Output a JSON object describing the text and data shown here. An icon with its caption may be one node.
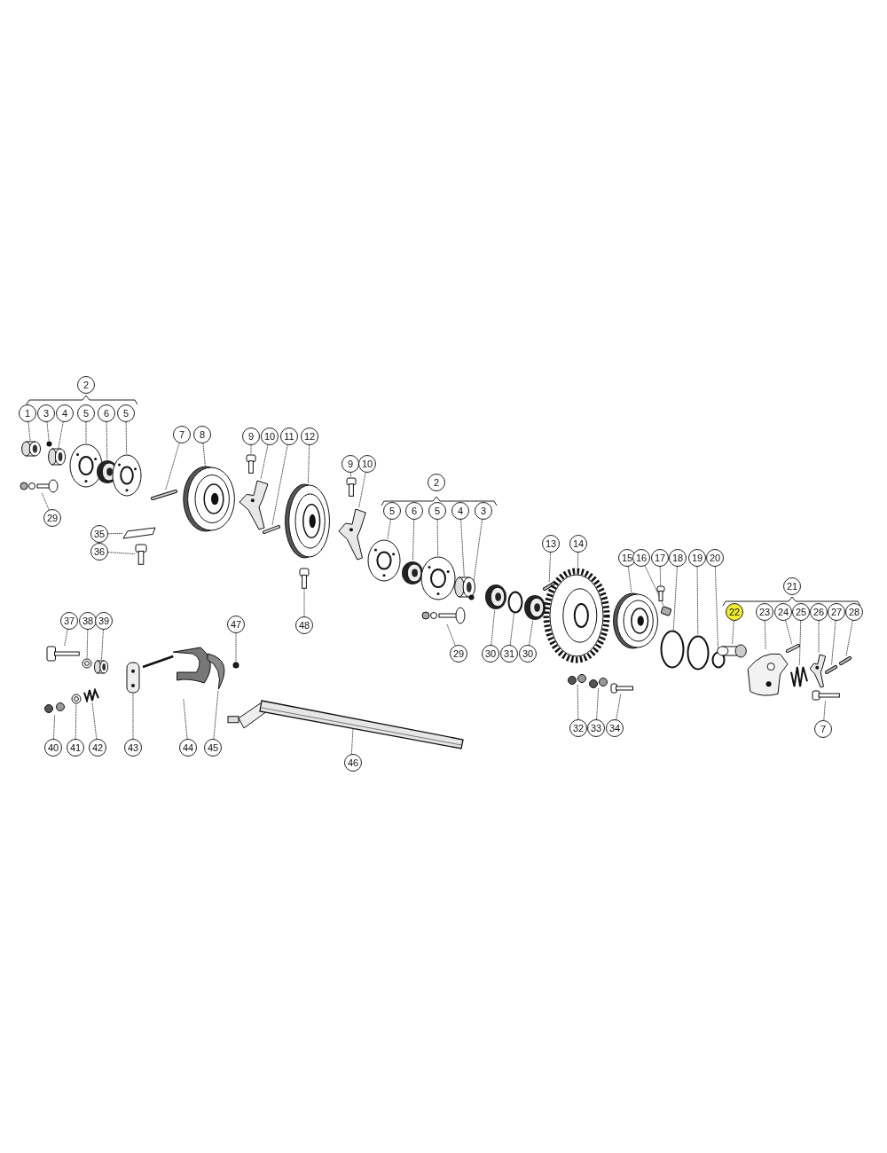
{
  "diagram": {
    "nodes": [
      {
        "text": [
          "2"
        ]
      },
      {
        "text": [
          "1"
        ]
      },
      {
        "text": [],
        "shape": "picture"
      },
      {
        "text": [
          "3"
        ]
      },
      {
        "text": [],
        "shape": "circle"
      },
      {
        "text": [
          "4"
        ]
      },
      {
        "text": [],
        "shape": "picture"
      },
      {
        "text": [
          "5"
        ]
      },
      {
        "text": [],
        "shape": "picture"
      },
      {
        "text": [
          "6"
        ]
      },
      {
        "text": [],
        "shape": "picture"
      },
      {
        "text": [
          "5"
        ]
      },
      {
        "text": [],
        "shape": "picture"
      },
      {
        "text": [
          "29"
        ]
      },
      {
        "text": [],
        "shape": "picture"
      },
      {
        "text": [
          "7"
        ]
      },
      {
        "text": [],
        "shape": "picture"
      },
      {
        "text": [
          "8"
        ]
      },
      {
        "text": [],
        "shape": "picture"
      },
      {
        "text": [
          "9"
        ]
      },
      {
        "text": [],
        "shape": "picture"
      },
      {
        "text": [
          "10"
        ]
      },
      {
        "text": [],
        "shape": "picture"
      },
      {
        "text": [
          "11"
        ]
      },
      {
        "text": [],
        "shape": "picture"
      },
      {
        "text": [
          "12"
        ]
      },
      {
        "text": [],
        "shape": "picture"
      },
      {
        "text": [
          "35"
        ]
      },
      {
        "text": [],
        "shape": "picture"
      },
      {
        "text": [
          "36"
        ]
      },
      {
        "text": [],
        "shape": "picture"
      },
      {
        "text": [
          "48"
        ]
      },
      {
        "text": [],
        "shape": "picture"
      },
      {
        "text": [
          "9"
        ]
      },
      {
        "text": [],
        "shape": "picture"
      },
      {
        "text": [
          "10"
        ]
      },
      {
        "text": [],
        "shape": "picture"
      },
      {
        "text": [
          "2"
        ]
      },
      {
        "text": [
          "5"
        ]
      },
      {
        "text": [],
        "shape": "picture"
      },
      {
        "text": [
          "6"
        ]
      },
      {
        "text": [],
        "shape": "picture"
      },
      {
        "text": [
          "5"
        ]
      },
      {
        "text": [],
        "shape": "picture"
      },
      {
        "text": [
          "4"
        ]
      },
      {
        "text": [],
        "shape": "picture"
      },
      {
        "text": [
          "3"
        ]
      },
      {
        "text": [],
        "shape": "circle"
      },
      {
        "text": [
          "29"
        ]
      },
      {
        "text": [],
        "shape": "picture"
      },
      {
        "text": [
          "30"
        ]
      },
      {
        "text": [],
        "shape": "picture"
      },
      {
        "text": [
          "31"
        ]
      },
      {
        "text": [],
        "shape": "circle"
      },
      {
        "text": [
          "30"
        ]
      },
      {
        "text": [],
        "shape": "picture"
      },
      {
        "text": [
          "13"
        ]
      },
      {
        "text": [],
        "shape": "picture"
      },
      {
        "text": [
          "14"
        ]
      },
      {
        "text": [],
        "shape": "picture"
      },
      {
        "text": [
          "15"
        ]
      },
      {
        "text": [],
        "shape": "picture"
      },
      {
        "text": [
          "16"
        ]
      },
      {
        "text": [],
        "shape": "box"
      },
      {
        "text": [
          "17"
        ]
      },
      {
        "text": [],
        "shape": "picture"
      },
      {
        "text": [
          "18"
        ]
      },
      {
        "text": [],
        "shape": "circle"
      },
      {
        "text": [
          "19"
        ]
      },
      {
        "text": [],
        "shape": "circle"
      },
      {
        "text": [
          "20"
        ]
      },
      {
        "text": [],
        "shape": "circle"
      },
      {
        "text": [
          "21"
        ]
      },
      {
        "text": [
          "22"
        ]
      },
      {
        "text": [],
        "shape": "picture"
      },
      {
        "text": [
          "23"
        ]
      },
      {
        "text": [],
        "shape": "picture"
      },
      {
        "text": [
          "24"
        ]
      },
      {
        "text": [],
        "shape": "picture"
      },
      {
        "text": [
          "25"
        ]
      },
      {
        "text": [],
        "shape": "picture"
      },
      {
        "text": [
          "26"
        ]
      },
      {
        "text": [],
        "shape": "picture"
      },
      {
        "text": [
          "27"
        ]
      },
      {
        "text": [],
        "shape": "picture"
      },
      {
        "text": [
          "28"
        ]
      },
      {
        "text": [],
        "shape": "picture"
      },
      {
        "text": [
          "7"
        ]
      },
      {
        "text": [],
        "shape": "picture"
      },
      {
        "text": [
          "32"
        ]
      },
      {
        "text": [],
        "shape": "picture"
      },
      {
        "text": [
          "33"
        ]
      },
      {
        "text": [],
        "shape": "picture"
      },
      {
        "text": [
          "34"
        ]
      },
      {
        "text": [],
        "shape": "picture"
      },
      {
        "text": [
          "37"
        ]
      },
      {
        "text": [],
        "shape": "picture"
      },
      {
        "text": [
          "38"
        ]
      },
      {
        "text": [],
        "shape": "picture"
      },
      {
        "text": [
          "39"
        ]
      },
      {
        "text": [],
        "shape": "picture"
      },
      {
        "text": [
          "40"
        ]
      },
      {
        "text": [],
        "shape": "picture"
      },
      {
        "text": [
          "41"
        ]
      },
      {
        "text": [],
        "shape": "picture"
      },
      {
        "text": [
          "42"
        ]
      },
      {
        "text": [],
        "shape": "picture"
      },
      {
        "text": [
          "43"
        ]
      },
      {
        "text": [],
        "shape": "picture"
      },
      {
        "text": [
          "44"
        ]
      },
      {
        "text": [],
        "shape": "picture"
      },
      {
        "text": [
          "45"
        ]
      },
      {
        "text": [],
        "shape": "picture"
      },
      {
        "text": [
          "47"
        ]
      },
      {
        "text": [],
        "shape": "circle"
      },
      {
        "text": [
          "46"
        ]
      },
      {
        "text": [],
        "shape": "bar"
      }
    ],
    "edges": [
      {
        "from": 1,
        "to": 2,
        "arrow": "none"
      },
      {
        "from": 3,
        "to": 4,
        "arrow": "none"
      },
      {
        "from": 5,
        "to": 6,
        "arrow": "none"
      },
      {
        "from": 7,
        "to": 8,
        "arrow": "none"
      },
      {
        "from": 9,
        "to": 10,
        "arrow": "none"
      },
      {
        "from": 11,
        "to": 12,
        "arrow": "none"
      },
      {
        "from": 13,
        "to": 14,
        "arrow": "none"
      },
      {
        "from": 15,
        "to": 16,
        "arrow": "none"
      },
      {
        "from": 17,
        "to": 18,
        "arrow": "none"
      },
      {
        "from": 19,
        "to": 20,
        "arrow": "none"
      },
      {
        "from": 21,
        "to": 22,
        "arrow": "none"
      },
      {
        "from": 23,
        "to": 24,
        "arrow": "none"
      },
      {
        "from": 25,
        "to": 26,
        "arrow": "none"
      },
      {
        "from": 27,
        "to": 28,
        "arrow": "none"
      },
      {
        "from": 29,
        "to": 30,
        "arrow": "none"
      },
      {
        "from": 31,
        "to": 32,
        "arrow": "none"
      },
      {
        "from": 33,
        "to": 34,
        "arrow": "none"
      },
      {
        "from": 35,
        "to": 36,
        "arrow": "none"
      },
      {
        "from": 38,
        "to": 39,
        "arrow": "none"
      },
      {
        "from": 40,
        "to": 41,
        "arrow": "none"
      },
      {
        "from": 42,
        "to": 43,
        "arrow": "none"
      },
      {
        "from": 44,
        "to": 45,
        "arrow": "none"
      },
      {
        "from": 46,
        "to": 47,
        "arrow": "none"
      },
      {
        "from": 48,
        "to": 49,
        "arrow": "none"
      },
      {
        "from": 50,
        "to": 51,
        "arrow": "none"
      },
      {
        "from": 52,
        "to": 53,
        "arrow": "none"
      },
      {
        "from": 54,
        "to": 55,
        "arrow": "none"
      },
      {
        "from": 56,
        "to": 57,
        "arrow": "none"
      },
      {
        "from": 58,
        "to": 59,
        "arrow": "none"
      },
      {
        "from": 60,
        "to": 61,
        "arrow": "none"
      },
      {
        "from": 62,
        "to": 63,
        "arrow": "none"
      },
      {
        "from": 64,
        "to": 65,
        "arrow": "none"
      },
      {
        "from": 66,
        "to": 67,
        "arrow": "none"
      },
      {
        "from": 68,
        "to": 69,
        "arrow": "none"
      },
      {
        "from": 70,
        "to": 71,
        "arrow": "none"
      },
      {
        "from": 73,
        "to": 74,
        "arrow": "none"
      },
      {
        "from": 75,
        "to": 76,
        "arrow": "none"
      },
      {
        "from": 77,
        "to": 78,
        "arrow": "none"
      },
      {
        "from": 79,
        "to": 80,
        "arrow": "none"
      },
      {
        "from": 81,
        "to": 82,
        "arrow": "none"
      },
      {
        "from": 83,
        "to": 84,
        "arrow": "none"
      },
      {
        "from": 85,
        "to": 86,
        "arrow": "none"
      },
      {
        "from": 87,
        "to": 88,
        "arrow": "none"
      },
      {
        "from": 89,
        "to": 90,
        "arrow": "none"
      },
      {
        "from": 91,
        "to": 92,
        "arrow": "none"
      },
      {
        "from": 93,
        "to": 94,
        "arrow": "none"
      },
      {
        "from": 95,
        "to": 96,
        "arrow": "none"
      },
      {
        "from": 97,
        "to": 98,
        "arrow": "none"
      },
      {
        "from": 99,
        "to": 100,
        "arrow": "none"
      },
      {
        "from": 101,
        "to": 102,
        "arrow": "none"
      },
      {
        "from": 103,
        "to": 104,
        "arrow": "none"
      },
      {
        "from": 105,
        "to": 106,
        "arrow": "none"
      },
      {
        "from": 107,
        "to": 108,
        "arrow": "none"
      },
      {
        "from": 109,
        "to": 110,
        "arrow": "none"
      },
      {
        "from": 111,
        "to": 112,
        "arrow": "none"
      },
      {
        "from": 113,
        "to": 114,
        "arrow": "none"
      },
      {
        "from": 115,
        "to": 116,
        "arrow": "none"
      }
    ]
  }
}
